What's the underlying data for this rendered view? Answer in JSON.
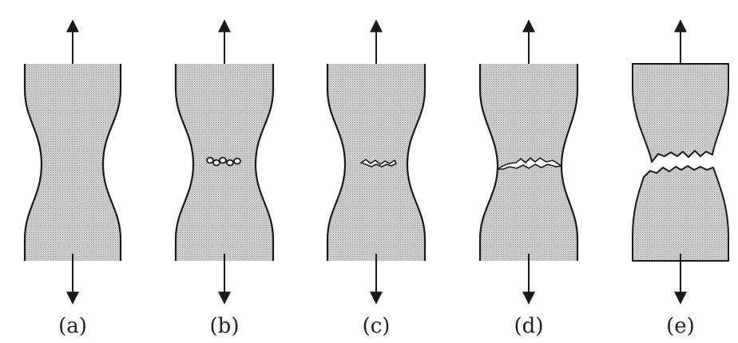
{
  "stages": [
    {
      "id": "a",
      "label": "(a)",
      "state": "necking"
    },
    {
      "id": "b",
      "label": "(b)",
      "state": "voids"
    },
    {
      "id": "c",
      "label": "(c)",
      "state": "crack"
    },
    {
      "id": "d",
      "label": "(d)",
      "state": "crack-propagation"
    },
    {
      "id": "e",
      "label": "(e)",
      "state": "fracture"
    }
  ],
  "colors": {
    "specimen_fill": "#c9c9c9",
    "outline": "#1a1a1a",
    "arrow": "#1a1a1a",
    "background": "#ffffff"
  },
  "icons": {
    "load_arrow": "arrow"
  }
}
